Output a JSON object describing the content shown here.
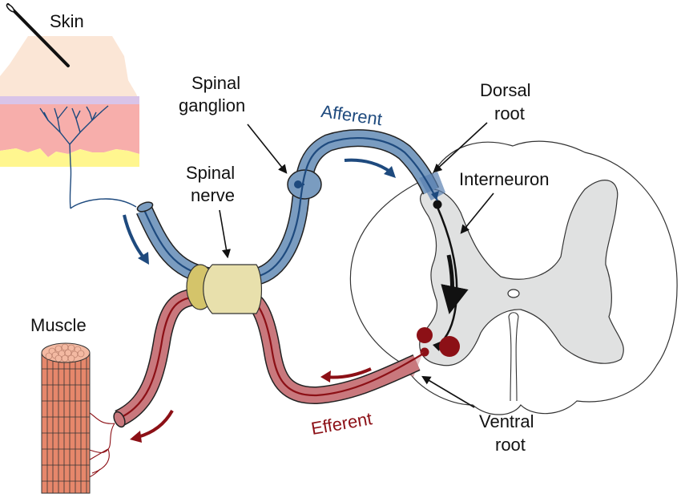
{
  "title": "Reflex arc: skin to spinal cord to muscle",
  "labels": {
    "skin": "Skin",
    "spinal_ganglion": [
      "Spinal",
      "ganglion"
    ],
    "spinal_nerve": [
      "Spinal",
      "nerve"
    ],
    "dorsal_root": [
      "Dorsal",
      "root"
    ],
    "interneuron": "Interneuron",
    "muscle": "Muscle",
    "ventral_root": [
      "Ventral",
      "root"
    ],
    "afferent": "Afferent",
    "efferent": "Efferent"
  },
  "colors": {
    "afferent": "#1e4a7e",
    "afferent_fill": "#7a9cc0",
    "efferent": "#8c1016",
    "efferent_fill": "#c9787d",
    "gray_matter": "#e0e1e1",
    "nerve_sheath": "#e8e0ac",
    "nerve_sheath_dark": "#d4c46a",
    "skin_epidermis": "#fbe6d6",
    "skin_layer": "#d9c4e8",
    "skin_dermis": "#f7aeab",
    "skin_fat": "#fff68f",
    "muscle": "#e6876b",
    "muscle_top": "#f3b9a2"
  }
}
